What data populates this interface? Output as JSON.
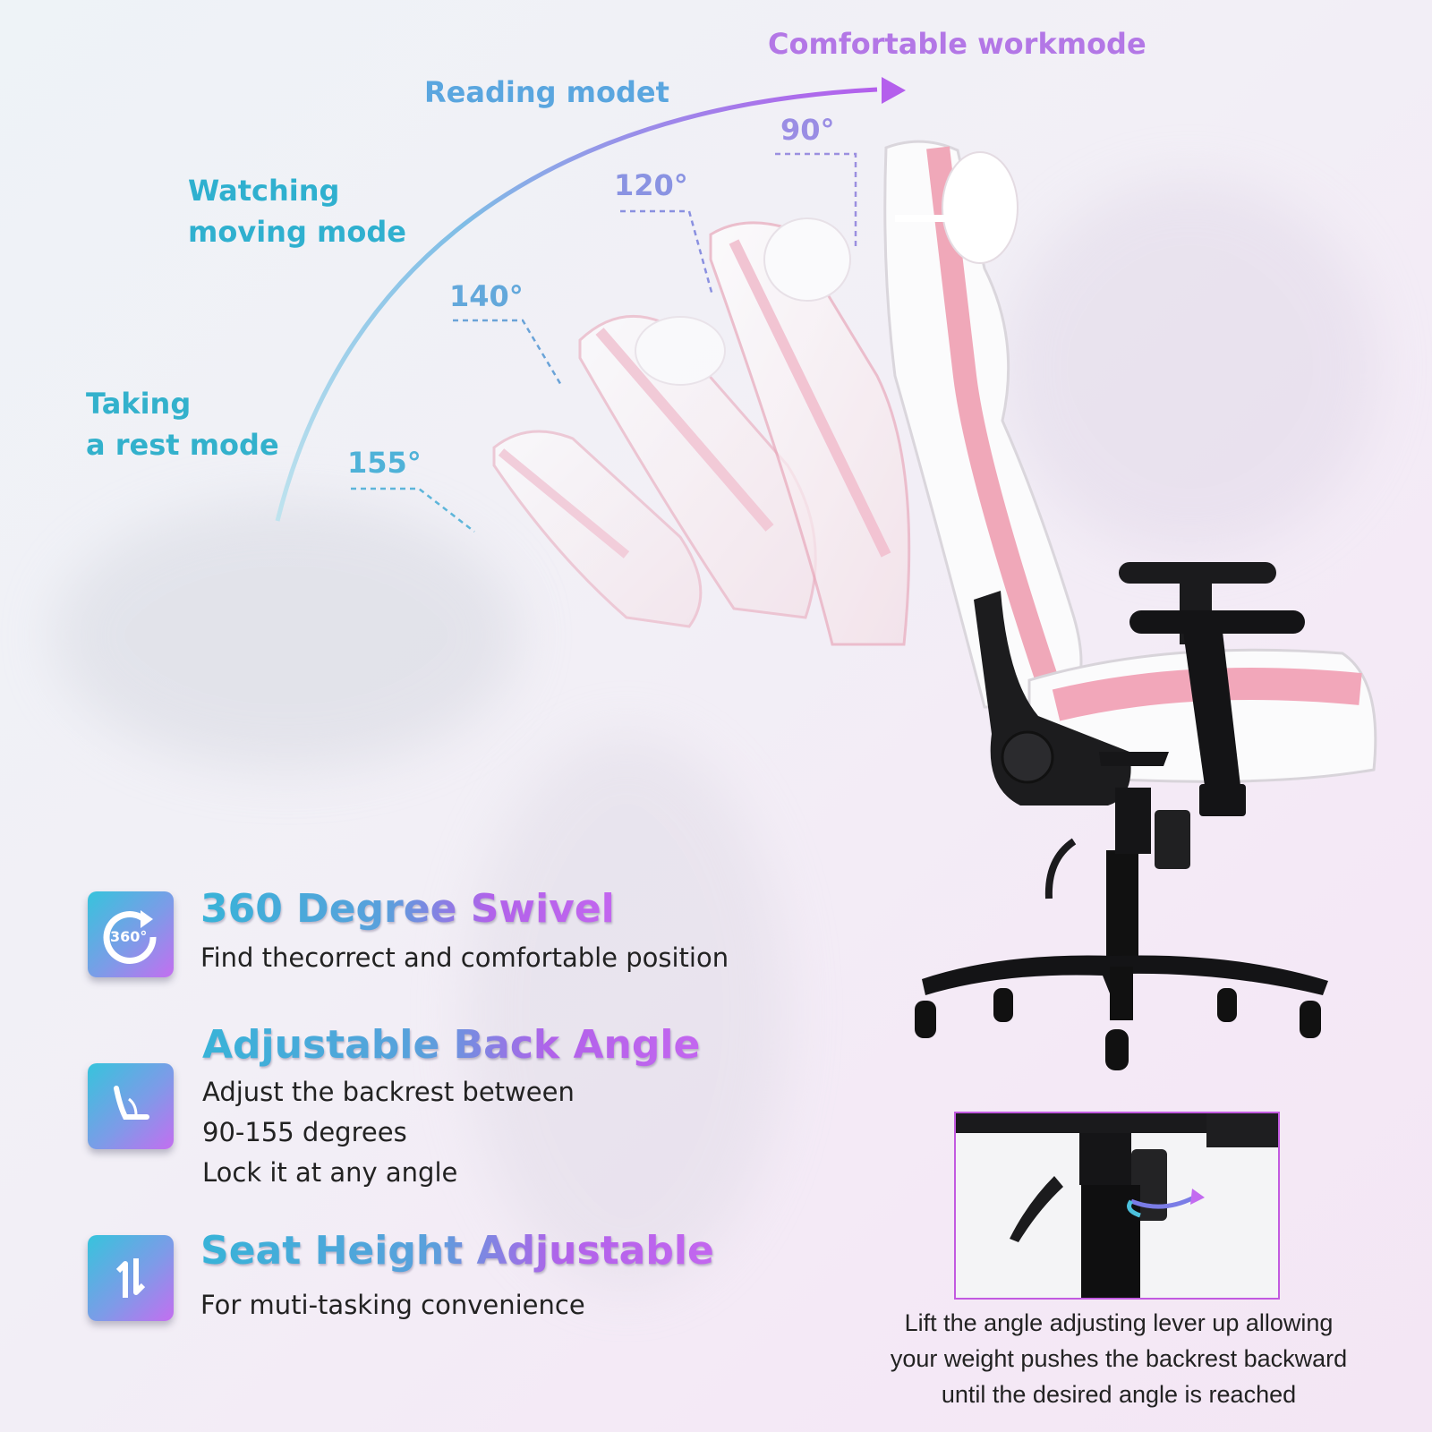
{
  "modes": {
    "comfortable": "Comfortable workmode",
    "reading": "Reading modet",
    "watching_line1": "Watching",
    "watching_line2": "moving mode",
    "resting_line1": "Taking",
    "resting_line2": "a rest mode"
  },
  "angles": {
    "a90": "90°",
    "a120": "120°",
    "a140": "140°",
    "a155": "155°"
  },
  "features": [
    {
      "icon": "360-rotate-icon",
      "icon_text": "360°",
      "title_part1": "360 Degree ",
      "title_part2": "Swivel",
      "desc": [
        "Find thecorrect and comfortable position"
      ]
    },
    {
      "icon": "recline-angle-icon",
      "title_part1": "Adjustable ",
      "title_part2": "Back Angle",
      "desc": [
        "Adjust the backrest between",
        "90-155 degrees",
        "Lock it at any angle"
      ]
    },
    {
      "icon": "up-down-arrows-icon",
      "title_part1": "Seat Height ",
      "title_part2": "Adjustable",
      "desc": [
        "For muti-tasking convenience"
      ]
    }
  ],
  "caption": {
    "line1": "Lift the angle adjusting lever up allowing",
    "line2": "your weight pushes the backrest backward",
    "line3": "until the desired angle is reached"
  },
  "colors": {
    "cyan": "#3ab4d6",
    "purple": "#b36ae8",
    "pink": "#f2b2c4",
    "black": "#1a1a1a"
  }
}
